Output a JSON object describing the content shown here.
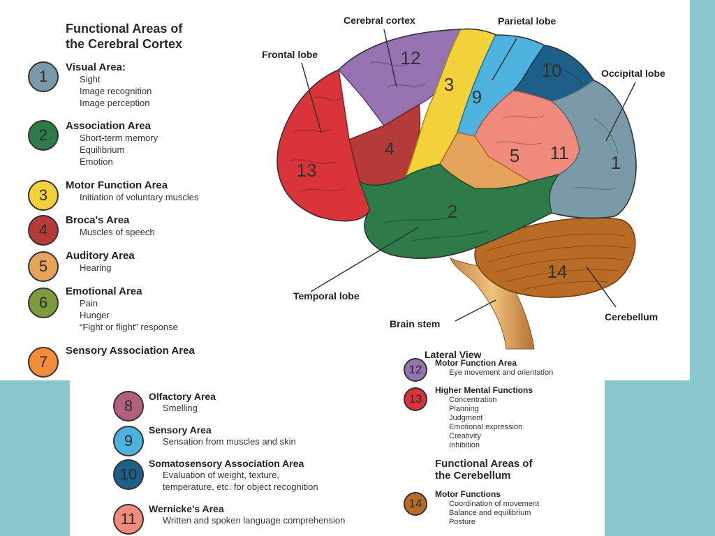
{
  "legend_title": {
    "line1": "Functional Areas of",
    "line2": "the Cerebral Cortex"
  },
  "areas": [
    {
      "num": "1",
      "title": "Visual Area:",
      "lines": [
        "Sight",
        "Image recognition",
        "Image perception"
      ],
      "color": "#7a9aa7"
    },
    {
      "num": "2",
      "title": "Association Area",
      "lines": [
        "Short-term memory",
        "Equilibrium",
        "Emotion"
      ],
      "color": "#2e7a49"
    },
    {
      "num": "3",
      "title": "Motor Function Area",
      "lines": [
        "Initiation of voluntary muscles"
      ],
      "color": "#f2d13a"
    },
    {
      "num": "4",
      "title": "Broca's Area",
      "lines": [
        "Muscles of speech"
      ],
      "color": "#b53a3a"
    },
    {
      "num": "5",
      "title": "Auditory Area",
      "lines": [
        "Hearing"
      ],
      "color": "#e6a45a"
    },
    {
      "num": "6",
      "title": "Emotional Area",
      "lines": [
        "Pain",
        "Hunger",
        "“Fight or flight” response"
      ],
      "color": "#7f9a3e"
    },
    {
      "num": "7",
      "title": "Sensory Association Area",
      "lines": [],
      "color": "#f08e3c"
    },
    {
      "num": "8",
      "title": "Olfactory Area",
      "lines": [
        "Smelling"
      ],
      "color": "#b15f7c"
    },
    {
      "num": "9",
      "title": "Sensory Area",
      "lines": [
        "Sensation from muscles and skin"
      ],
      "color": "#4db2dd"
    },
    {
      "num": "10",
      "title": "Somatosensory Association Area",
      "lines": [
        "Evaluation of weight, texture,",
        "temperature, etc. for object recognition"
      ],
      "color": "#1d5f86"
    },
    {
      "num": "11",
      "title": "Wernicke's Area",
      "lines": [
        "Written and spoken language comprehension"
      ],
      "color": "#ef8a7c"
    },
    {
      "num": "12",
      "title": "Motor Function Area",
      "lines": [
        "Eye movement and orientation"
      ],
      "color": "#9572b0"
    },
    {
      "num": "13",
      "title": "Higher Mental Functions",
      "lines": [
        "Concentration",
        "Planning",
        "Judgment",
        "Emotional expression",
        "Creativity",
        "Inhibition"
      ],
      "color": "#d8343a"
    }
  ],
  "cerebellum_title": {
    "line1": "Functional Areas of",
    "line2": "the Cerebellum"
  },
  "cerebellum_area": {
    "num": "14",
    "title": "Motor Functions",
    "lines": [
      "Coordination of movement",
      "Balance and equilibrium",
      "Posture"
    ],
    "color": "#b86b24"
  },
  "brain_labels": {
    "cerebral_cortex": "Cerebral cortex",
    "parietal_lobe": "Parietal lobe",
    "frontal_lobe": "Frontal lobe",
    "occipital_lobe": "Occipital lobe",
    "temporal_lobe": "Temporal lobe",
    "brain_stem": "Brain stem",
    "cerebellum": "Cerebellum",
    "lateral_view": "Lateral View"
  },
  "region_numbers": [
    "12",
    "3",
    "9",
    "10",
    "4",
    "13",
    "5",
    "11",
    "1",
    "2",
    "14"
  ]
}
